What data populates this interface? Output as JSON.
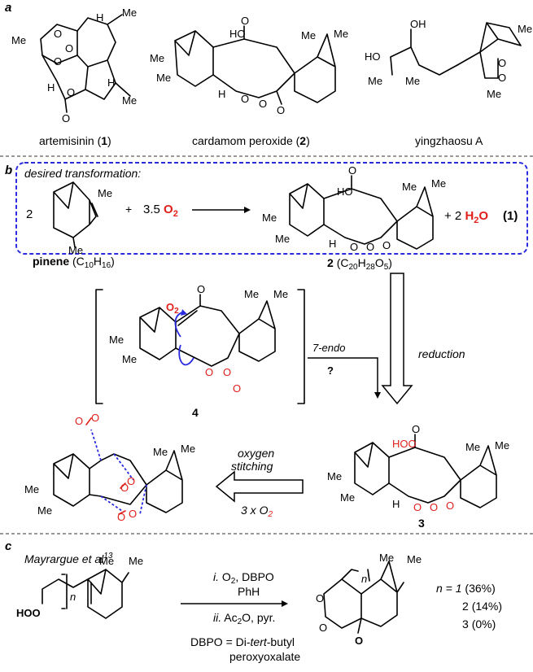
{
  "panels": {
    "a": {
      "label": "a",
      "compounds": [
        {
          "name": "artemisinin (",
          "num": "1",
          "close": ")"
        },
        {
          "name": "cardamom peroxide (",
          "num": "2",
          "close": ")"
        },
        {
          "name": "yingzhaosu A",
          "num": "",
          "close": ""
        }
      ]
    },
    "b": {
      "label": "b",
      "box_title": "desired transformation:",
      "coef_pinene": "2",
      "plus1": "+",
      "coef_o2": "3.5",
      "o2": "O",
      "o2_sub": "2",
      "plus2": "+ 2",
      "h2o_h": "H",
      "h2o_sub": "2",
      "h2o_o": "O",
      "eq_num": "(1)",
      "pinene_label": "pinene",
      "pinene_formula_open": "(C",
      "pinene_formula_1": "10",
      "pinene_formula_h": "H",
      "pinene_formula_2": "16",
      "pinene_formula_close": ")",
      "product_num": "2",
      "product_formula_open": "(C",
      "product_formula_1": "20",
      "product_formula_h": "H",
      "product_formula_2": "28",
      "product_formula_o": "O",
      "product_formula_3": "5",
      "product_formula_close": ")",
      "endo_label": "7-endo",
      "question": "?",
      "reduction_label": "reduction",
      "intermediate_num": "4",
      "compound3_num": "3",
      "stitch_line1": "oxygen",
      "stitch_line2": "stitching",
      "stitch_reagent": "3 x O",
      "stitch_reagent_sub": "2"
    },
    "c": {
      "label": "c",
      "citation": "Mayrargue et al",
      "citation_ref": "13",
      "step1_roman": "i.",
      "step1_text": "O",
      "step1_sub": "2",
      "step1_rest": ", DBPO",
      "solvent": "PhH",
      "step2_roman": "ii.",
      "step2_text": "Ac",
      "step2_sub": "2",
      "step2_rest": "O, pyr.",
      "dbpo_line1": "DBPO = Di-",
      "dbpo_tert": "tert",
      "dbpo_line1_rest": "-butyl",
      "dbpo_line2": "peroxyoxalate",
      "yields": [
        {
          "n": "n = 1",
          "yield": "(36%)"
        },
        {
          "n": "2",
          "yield": "(14%)"
        },
        {
          "n": "3",
          "yield": "(0%)"
        }
      ],
      "n_label": "n"
    }
  },
  "atoms": {
    "Me": "Me",
    "H": "H",
    "O": "O",
    "HO": "HO",
    "OH": "OH",
    "HOO": "HOO"
  },
  "colors": {
    "oxygen_red": "#e0201b",
    "arrow_blue": "#2a2adf"
  }
}
